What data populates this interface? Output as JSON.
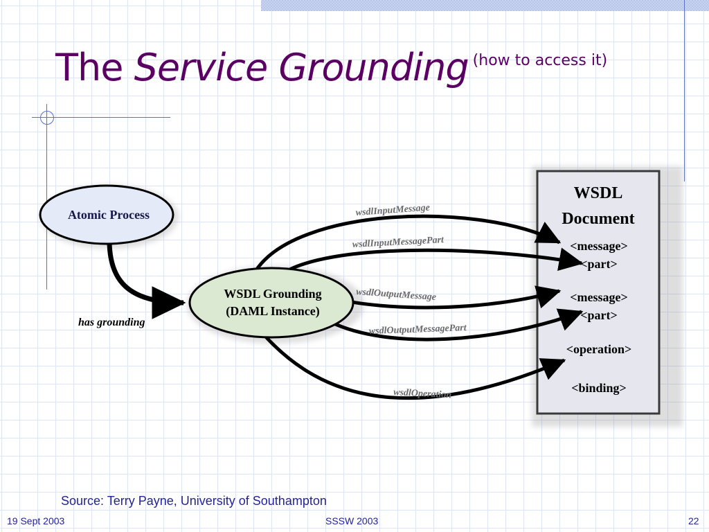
{
  "slide": {
    "title_plain": "The ",
    "title_italic": "Service Grounding",
    "title_sub": "(how to access it)",
    "source": "Source: Terry Payne, University of Southampton"
  },
  "diagram": {
    "atomic_process": "Atomic Process",
    "grounding_line1": "WSDL Grounding",
    "grounding_line2": "(DAML Instance)",
    "has_grounding": "has grounding",
    "wsdl_title1": "WSDL",
    "wsdl_title2": "Document",
    "wsdl_items": [
      "<message>",
      "<part>",
      "<message>",
      "<part>",
      "<operation>",
      "<binding>"
    ],
    "edges": [
      "wsdlInputMessage",
      "wsdlInputMessagePart",
      "wsdlOutputMessage",
      "wsdlOutputMessagePart",
      "wsdlOperation"
    ]
  },
  "footer": {
    "date": "19 Sept 2003",
    "event": "SSSW 2003",
    "page": "22"
  }
}
